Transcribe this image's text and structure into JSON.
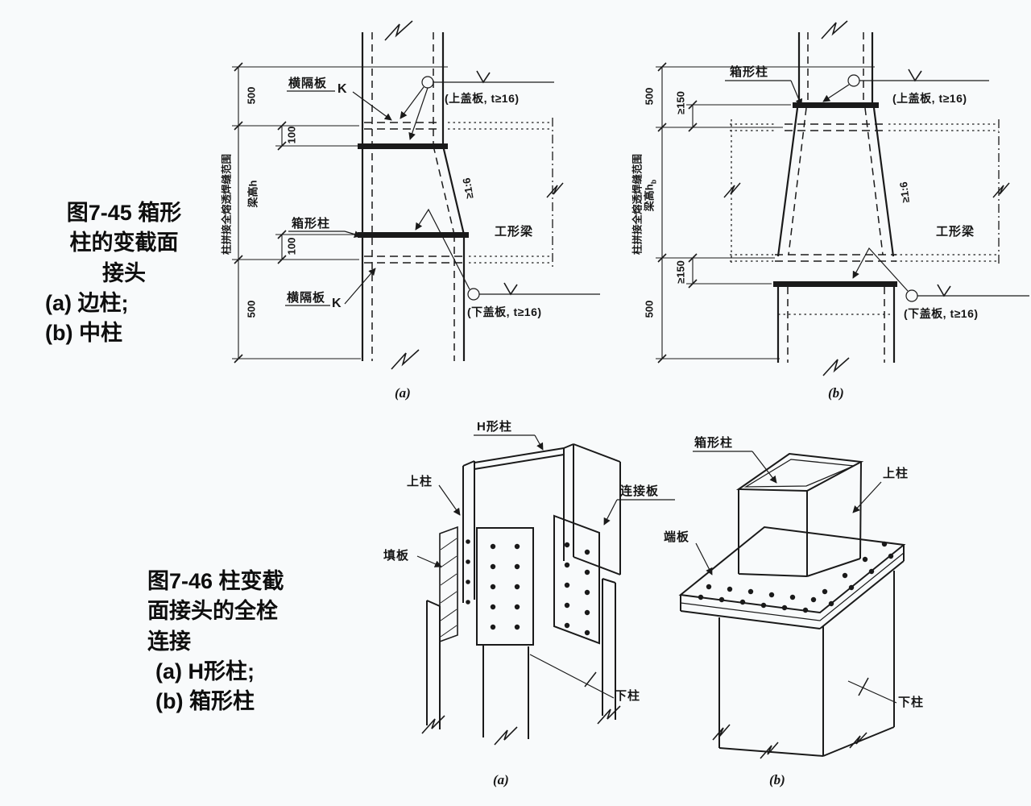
{
  "colors": {
    "background": "#f8fafb",
    "ink": "#1a1a1a"
  },
  "fig45": {
    "caption": {
      "line1": "图7-45 箱形",
      "line2": "柱的变截面",
      "line3": "接头",
      "item_a": "(a) 边柱;",
      "item_b": "(b) 中柱"
    },
    "labels": {
      "weld_range": "柱拼接全熔透焊缝范围",
      "diaphragm": "横隔板",
      "box_column": "箱形柱",
      "i_beam": "工形梁",
      "top_cover": "(上盖板, t≥16)",
      "bottom_cover": "(下盖板, t≥16)",
      "slope": "≥1:6",
      "weld_symbol": "K",
      "beam_height": "梁高h",
      "beam_height_sub": "b",
      "dim_500": "500",
      "dim_100": "100",
      "dim_150": "≥150",
      "tag_a": "(a)",
      "tag_b": "(b)"
    }
  },
  "fig46": {
    "caption": {
      "line1": "图7-46 柱变截",
      "line2": "面接头的全栓",
      "line3": "连接",
      "item_a": "(a) H形柱;",
      "item_b": "(b) 箱形柱"
    },
    "labels": {
      "h_column": "H形柱",
      "upper_column": "上柱",
      "connection_plate": "连接板",
      "filler_plate": "填板",
      "lower_column": "下柱",
      "box_column": "箱形柱",
      "end_plate": "端板",
      "tag_a": "(a)",
      "tag_b": "(b)"
    }
  }
}
